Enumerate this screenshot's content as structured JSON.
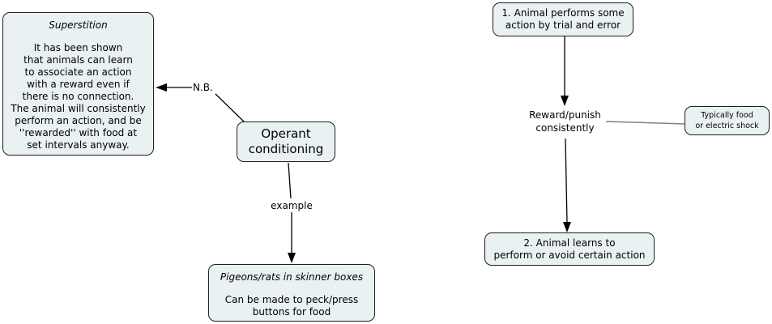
{
  "diagram": {
    "background": "#ffffff",
    "node_fill": "#eaf1f3",
    "node_border": "#1f1f1f",
    "arrow_color": "#000000",
    "connector_color": "#808080",
    "text_color": "#000000"
  },
  "nodes": {
    "superstition": {
      "title": "Superstition",
      "body": "It has been shown\nthat animals can learn\nto associate an action\nwith a reward even if\nthere is no connection.\nThe animal will consistently\nperform an action, and be\n''rewarded'' with food at\nset intervals anyway."
    },
    "operant": {
      "label": "Operant\nconditioning"
    },
    "pigeons": {
      "title": "Pigeons/rats in skinner boxes",
      "body": "Can be made to peck/press\nbuttons for food"
    },
    "step1": {
      "label": "1. Animal performs some\naction by trial and error"
    },
    "reward": {
      "label": "Reward/punish\nconsistently"
    },
    "typically": {
      "label": "Typically food\nor electric shock"
    },
    "step2": {
      "label": "2. Animal learns to\nperform or avoid certain action"
    }
  },
  "edge_labels": {
    "nb": "N.B.",
    "example": "example"
  }
}
